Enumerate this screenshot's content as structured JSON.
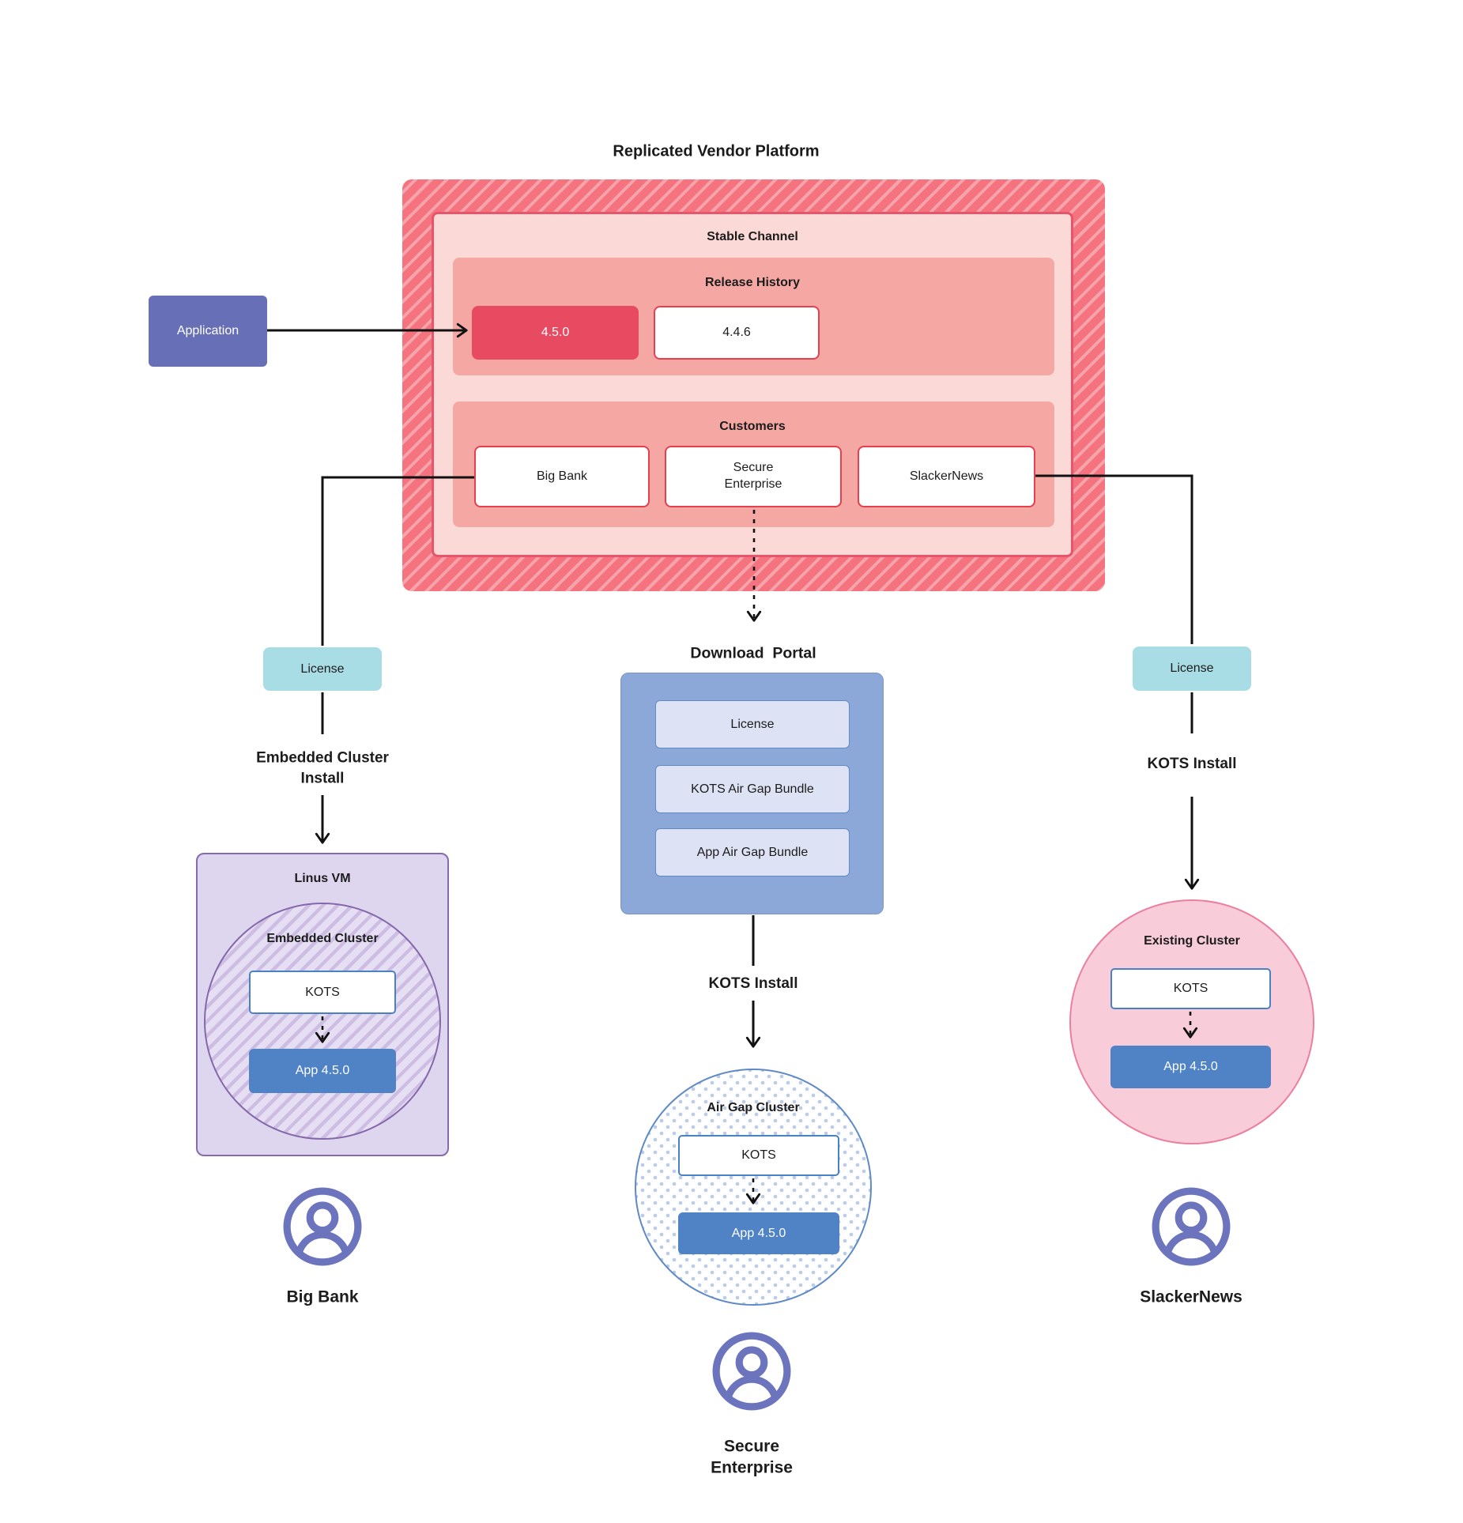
{
  "title": "Replicated Vendor Platform",
  "platform": {
    "stable_channel_label": "Stable Channel",
    "release_history_label": "Release History",
    "releases": [
      {
        "version": "4.5.0",
        "highlighted": true
      },
      {
        "version": "4.4.6",
        "highlighted": false
      }
    ],
    "customers_label": "Customers",
    "customers": [
      "Big Bank",
      "Secure Enterprise",
      "SlackerNews"
    ]
  },
  "application_label": "Application",
  "left_flow": {
    "license_label": "License",
    "install_label": "Embedded Cluster Install",
    "vm_label": "Linus VM",
    "cluster_label": "Embedded Cluster",
    "kots_label": "KOTS",
    "app_label": "App 4.5.0",
    "customer_label": "Big Bank"
  },
  "middle_flow": {
    "portal_label": "Download  Portal",
    "portal_items": [
      "License",
      "KOTS Air Gap Bundle",
      "App Air Gap Bundle"
    ],
    "install_label": "KOTS Install",
    "cluster_label": "Air Gap Cluster",
    "kots_label": "KOTS",
    "app_label": "App 4.5.0",
    "customer_label": "Secure Enterprise"
  },
  "right_flow": {
    "license_label": "License",
    "install_label": "KOTS Install",
    "cluster_label": "Existing Cluster",
    "kots_label": "KOTS",
    "app_label": "App 4.5.0",
    "customer_label": "SlackerNews"
  },
  "colors": {
    "platform_stripe": "#f4737e",
    "stable_fill": "#fbd9d6",
    "section_fill": "#f5a8a3",
    "release_highlight": "#e84a61",
    "release_border": "#e4404e",
    "application_fill": "#6770b6",
    "license_fill": "#a9dde6",
    "portal_fill": "#8ca8d8",
    "portal_item_fill": "#dde3f5",
    "kots_border": "#4a80c4",
    "app_fill": "#4f83c5",
    "vm_fill": "#ded6ee",
    "vm_border": "#856aae",
    "airgap_border": "#5f8ac7",
    "existing_fill": "#f8ccd9",
    "existing_border": "#ec7ea0",
    "person_icon": "#6b74bd",
    "line": "#111111"
  }
}
